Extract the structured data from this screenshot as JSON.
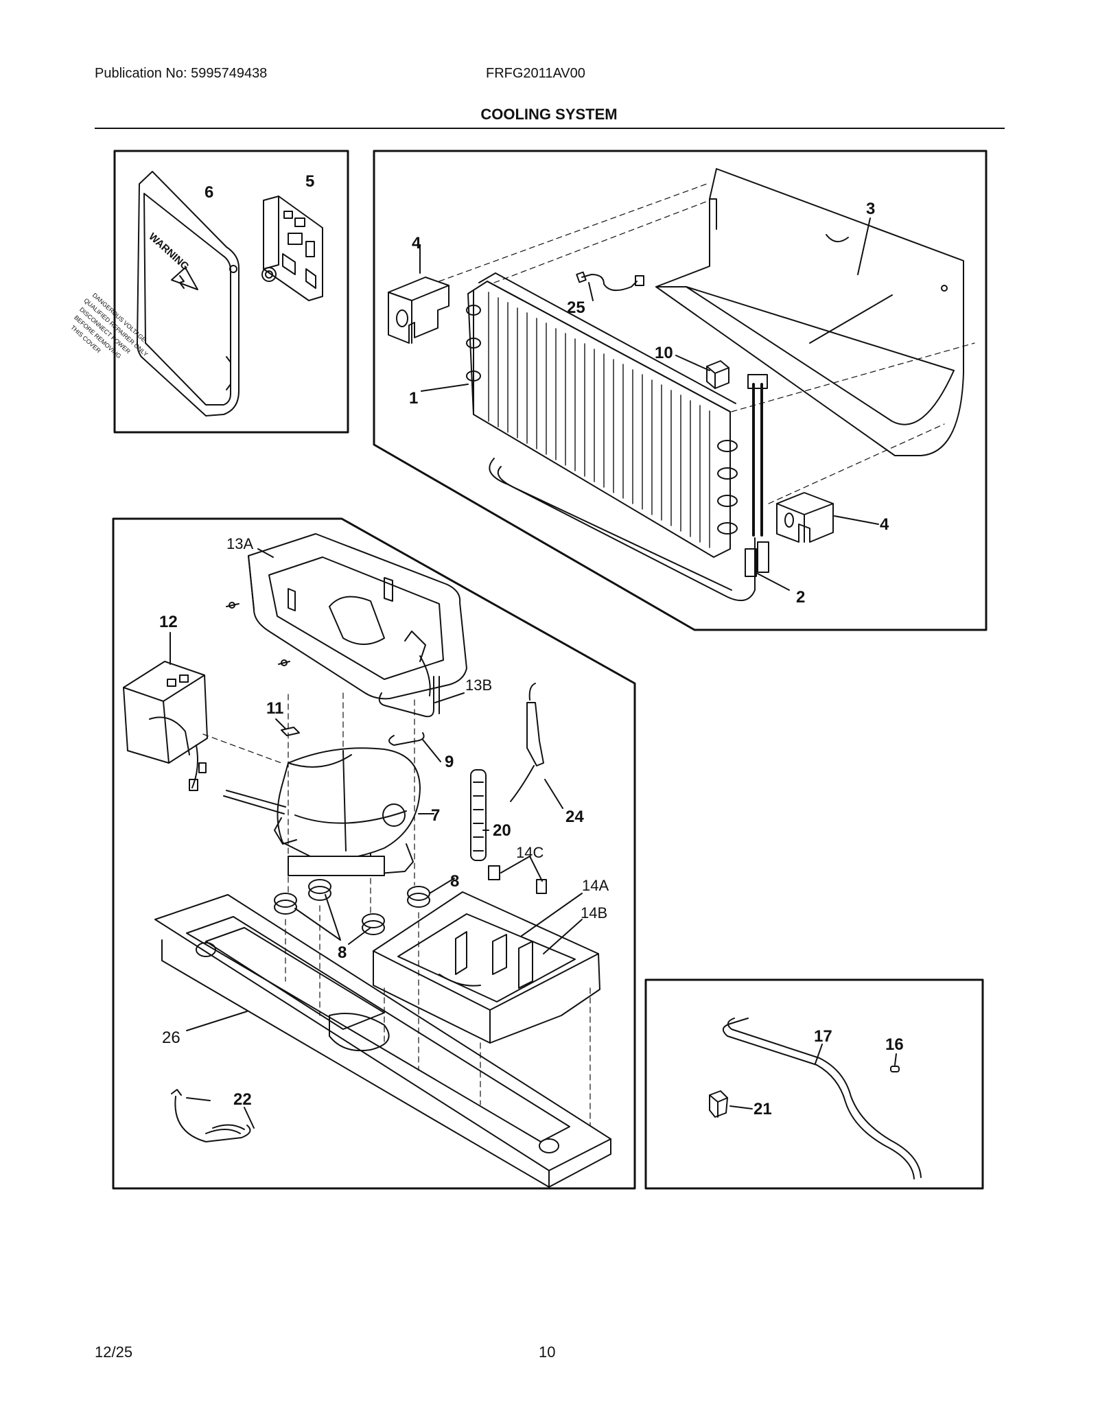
{
  "header": {
    "publication": "Publication No: 5995749438",
    "model": "FRFG2011AV00",
    "title": "COOLING SYSTEM"
  },
  "footer": {
    "date": "12/25",
    "page": "10"
  },
  "cover_text": {
    "warning": "WARNING",
    "line1": "DANGEROUS VOLTAGE",
    "line2": "QUALIFIED REPAIRER ONLY",
    "line3": "DISCONNECT POWER",
    "line4": "BEFORE REMOVING",
    "line5": "THIS COVER"
  },
  "callouts": {
    "c6": "6",
    "c5": "5",
    "c4a": "4",
    "c4b": "4",
    "c3": "3",
    "c25": "25",
    "c10": "10",
    "c1": "1",
    "c2": "2",
    "c13a": "13A",
    "c12": "12",
    "c13b": "13B",
    "c11": "11",
    "c9": "9",
    "c7": "7",
    "c24": "24",
    "c20": "20",
    "c14c": "14C",
    "c8a": "8",
    "c14a": "14A",
    "c14b": "14B",
    "c8b": "8",
    "c26": "26",
    "c22": "22",
    "c17": "17",
    "c16": "16",
    "c21": "21"
  }
}
